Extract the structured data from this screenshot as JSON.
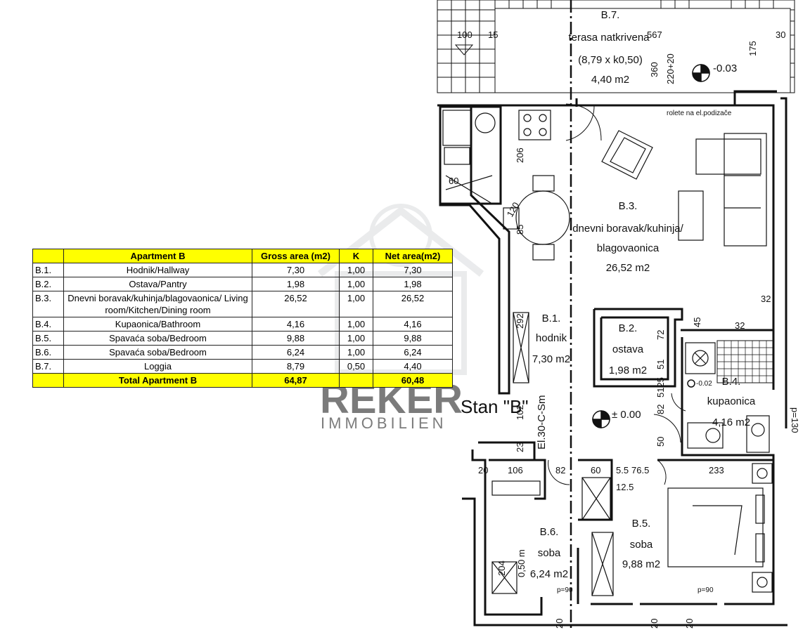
{
  "table": {
    "headers": [
      "",
      "Apartment B",
      "Gross area (m2)",
      "K",
      "Net area(m2)"
    ],
    "rows": [
      {
        "code": "B.1.",
        "name": "Hodnik/Hallway",
        "gross": "7,30",
        "k": "1,00",
        "net": "7,30"
      },
      {
        "code": "B.2.",
        "name": "Ostava/Pantry",
        "gross": "1,98",
        "k": "1,00",
        "net": "1,98"
      },
      {
        "code": "B.3.",
        "name": "Dnevni boravak/kuhinja/blagovaonica/ Living room/Kitchen/Dining room",
        "gross": "26,52",
        "k": "1,00",
        "net": "26,52"
      },
      {
        "code": "B.4.",
        "name": "Kupaonica/Bathroom",
        "gross": "4,16",
        "k": "1,00",
        "net": "4,16"
      },
      {
        "code": "B.5.",
        "name": "Spavaća soba/Bedroom",
        "gross": "9,88",
        "k": "1,00",
        "net": "9,88"
      },
      {
        "code": "B.6.",
        "name": "Spavaća soba/Bedroom",
        "gross": "6,24",
        "k": "1,00",
        "net": "6,24"
      },
      {
        "code": "B.7.",
        "name": "Loggia",
        "gross": "8,79",
        "k": "0,50",
        "net": "4,40"
      }
    ],
    "total": {
      "label": "Total Apartment B",
      "gross": "64,87",
      "k": "",
      "net": "60,48"
    }
  },
  "colors": {
    "highlight": "#ffff00",
    "line": "#111111",
    "watermark": "#d9dbde"
  },
  "plan": {
    "stan_label": "Stan \"B\"",
    "elevation_main": "± 0.00",
    "elevation_terrace": "-0.03",
    "elevation_bath": "-0.02",
    "rolete_note": "rolete na el.podizače",
    "wall_code": "El.30-C-Sm",
    "rooms": {
      "b7": {
        "code": "B.7.",
        "name": "terasa natkrivena",
        "note": "(8,79 x k0,50)",
        "area": "4,40 m2"
      },
      "b3": {
        "code": "B.3.",
        "name1": "dnevni boravak/kuhinja/",
        "name2": "blagovaonica",
        "area": "26,52 m2"
      },
      "b1": {
        "code": "B.1.",
        "name": "hodnik",
        "area": "7,30 m2"
      },
      "b2": {
        "code": "B.2.",
        "name": "ostava",
        "area": "1,98 m2"
      },
      "b4": {
        "code": "B.4.",
        "name": "kupaonica",
        "area": "4,16 m2"
      },
      "b5": {
        "code": "B.5.",
        "name": "soba",
        "area": "9,88 m2"
      },
      "b6": {
        "code": "B.6.",
        "name": "soba",
        "area": "6,24 m2"
      }
    },
    "dims": {
      "d100": "100",
      "d15": "15",
      "d567": "567",
      "d30": "30",
      "d175": "175",
      "d360": "360",
      "d220": "220+20",
      "d206": "206",
      "d60a": "60",
      "d120": "120",
      "d85": "85",
      "d292": "292",
      "d102": "102",
      "d23": "23",
      "d32a": "32",
      "d32b": "32",
      "d45": "45",
      "d72": "72",
      "d51": "51",
      "d5125": "5125",
      "d82v": "82",
      "d50": "50",
      "d20": "20",
      "d106": "106",
      "d82h": "82",
      "d60b": "60",
      "d55": "5.5",
      "d765": "76.5",
      "d233": "233",
      "d125": "12.5",
      "d204": "204",
      "d050": "0,50 m",
      "dp130": "p=130",
      "dp90a": "p=90",
      "dp90b": "p=90",
      "d20b": "20",
      "d20c": "20",
      "d20d": "20"
    },
    "watermark": {
      "brand": "REKER",
      "sub": "IMMOBILIEN"
    }
  }
}
